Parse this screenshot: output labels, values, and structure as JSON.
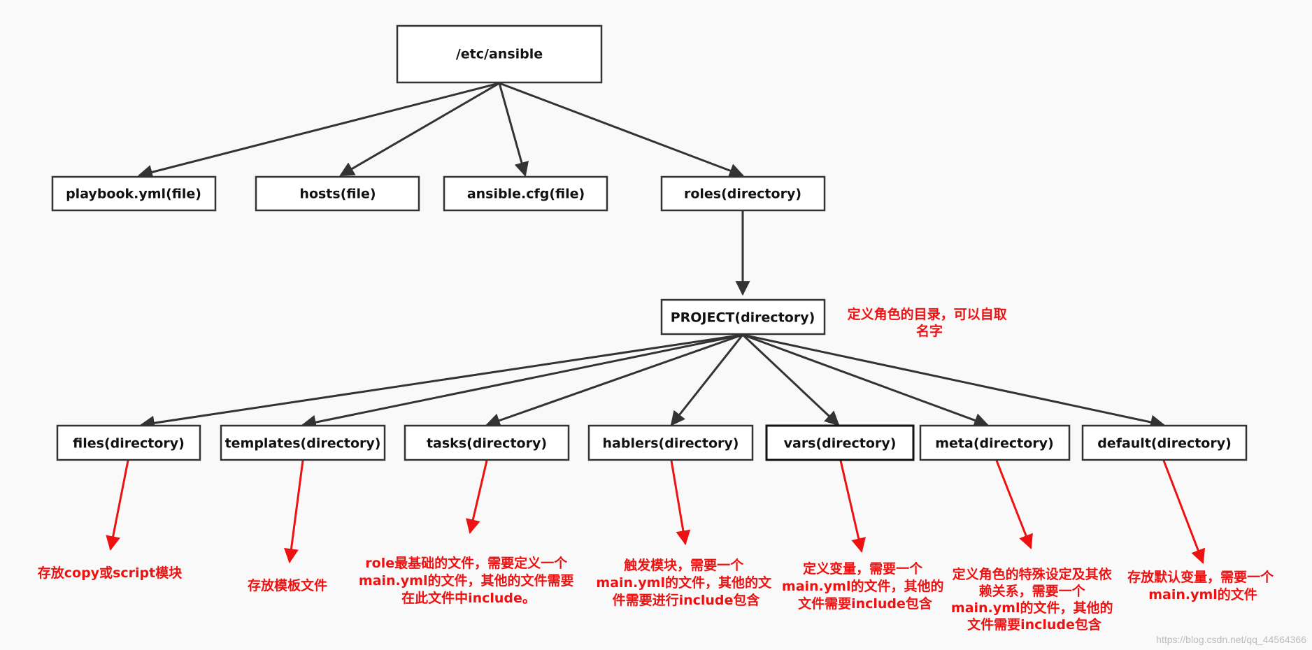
{
  "root": {
    "label": "/etc/ansible"
  },
  "level1": [
    {
      "label": "playbook.yml(file)"
    },
    {
      "label": "hosts(file)"
    },
    {
      "label": "ansible.cfg(file)"
    },
    {
      "label": "roles(directory)"
    }
  ],
  "project": {
    "label": "PROJECT(directory)",
    "note": [
      "定义角色的目录，可以自取",
      "名字"
    ]
  },
  "level3": [
    {
      "label": "files(directory)",
      "note": [
        "存放copy或script模块"
      ]
    },
    {
      "label": "templates(directory)",
      "note": [
        "存放模板文件"
      ]
    },
    {
      "label": "tasks(directory)",
      "note": [
        "role最基础的文件，需要定义一个",
        "main.yml的文件，其他的文件需要",
        "在此文件中include。"
      ]
    },
    {
      "label": "hablers(directory)",
      "note": [
        "触发模块，需要一个",
        "main.yml的文件，其他的文",
        "件需要进行include包含"
      ]
    },
    {
      "label": "vars(directory)",
      "note": [
        "定义变量，需要一个",
        "main.yml的文件，其他的",
        "文件需要include包含"
      ]
    },
    {
      "label": "meta(directory)",
      "note": [
        "定义角色的特殊设定及其依",
        "赖关系，需要一个",
        "main.yml的文件，其他的",
        "文件需要include包含"
      ]
    },
    {
      "label": "default(directory)",
      "note": [
        "存放默认变量，需要一个",
        "main.yml的文件"
      ]
    }
  ],
  "watermark": "https://blog.csdn.net/qq_44564366",
  "colors": {
    "box_stroke": "#333333",
    "note_red": "#ee1111",
    "background": "#f9f9f9"
  }
}
